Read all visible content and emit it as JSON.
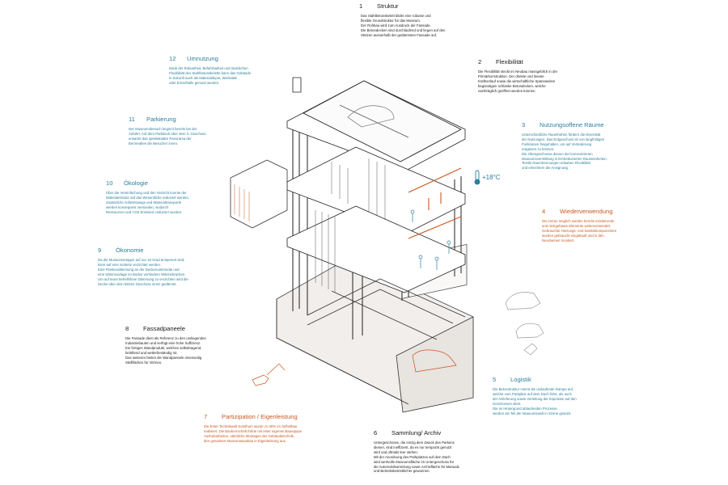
{
  "annotations": [
    {
      "id": "1",
      "number": "1",
      "title": "Struktur",
      "color": "#1a1a1a",
      "text": "Das Stahlbetonskelett bildet eine robuste und\nflexible Grundstruktur für das Museum.\nDer Rohbau wird zum Ausdruck der Fassade.\nDie Betondecken sind durchlaufend und liegen auf den\nStützen ausserhalb der gedämmten Fassade auf."
    },
    {
      "id": "2",
      "number": "2",
      "title": "Flexibilität",
      "color": "#1a1a1a",
      "text": "Die Flexibilität steckt im Neubau massgeblich in der\nPrimärkonstruktion. Der direkte und lineare\nKraftverlauf sowie die wirtschaftliche Spannweiten\nbegünstigen schlanke Betondecken, welche\nnachträglich geöffnet werden können."
    },
    {
      "id": "3",
      "number": "3",
      "title": "Nutzungsoffene Räume",
      "color": "#2d7f9a",
      "text": "Unterschiedliche Raumhöhen fördern die Diversität\nder Nutzungen. Das Erdgeschoss ist von langfristigen\nFunktionen freigehalten, um auf Veränderung\nreagieren zu können.\nDie Obergeschosse dienen der konzentrierten\nMuseumsvermittlung in lichtreduzierten Raumeinheiten.\nTextile Raumtrennungen erlauben Flexibilität\nund erleichtern die Aneignung."
    },
    {
      "id": "4",
      "number": "4",
      "title": "Wiederverwendung",
      "color": "#c8581f",
      "text": "Wo immer möglich wurden bereits existierende\nund rückgebaute Elemente weiterverwendet.\nGebrauchte Heizungs- und Sanitärkomponenten\nwurden gebraucht eingekauft und in den\nNeuräumen montiert."
    },
    {
      "id": "5",
      "number": "5",
      "title": "Logistik",
      "color": "#2d7f9a",
      "text": "Die Betonstruktur nimmt die umlaufende Rampe auf,\nwelche vom Parkplatz auf dem Dach führt, als auch\nder Anlieferung sowie Verteilung der Exponate auf den\nGeschossen dient.\nDie im Hintergrund ablaufenden Prozesse\nwerden als Teil der Museumswelt in Szene gesetzt."
    },
    {
      "id": "6",
      "number": "6",
      "title": "Sammlung/ Archiv",
      "color": "#1a1a1a",
      "text": "Untergeschosse, die einzig dem Zweck des Parkens\ndienen, sind ineffizient, da es nur temporär genutzt\nwird und oftmals leer stehen.\nMit der Anordnung des Parkplatzes auf dem Dach\nwird wertvolle Museumsfläche im Untergeschoss für\ndie Automobilsammlung sowie Archivfläche für Manuals\nund Betriebsbetrieblicher gewonnen."
    },
    {
      "id": "7",
      "number": "7",
      "title": "Partizipation / Eigenleistung",
      "color": "#c8581f",
      "text": "Die Enter Technikwelt Solothurn wurde zu 30% im Selbstbau\nrealisiert. Die Bauherrschaft führte mit einer eigenen Bauequipe\nAushubarbeiten, sämtliche Montagen der Gebäudetechnik,\nden gesamten Museumsausbau in Eigenleistung aus."
    },
    {
      "id": "8",
      "number": "8",
      "title": "Fassadpaneele",
      "color": "#1a1a1a",
      "text": "Die Fassade dient als Referenz zu den umliegenden\nIndustriebauten und verfügt eine hohe Suffizienz.\nEin fertiges Wandprodukt, welches selbsttragend,\nbelüftend und wetterbeständig ist.\nDas weiteren bieten die Wandpaneele innenseitig\nStellflächen für Vitrinen."
    },
    {
      "id": "9",
      "number": "9",
      "title": "Ökonomie",
      "color": "#2d7f9a",
      "text": "Da die Museumsetagen auf nur 18 Grad temperiert sind,\nkann auf eine Isolierte verzichtet werden.\nEine Flankendämmung an der Deckenunterseite und\neine Dämmvorlage im Boden verhindern Wärmebrücken.\nUm auf teure behelfsfreie Dämmung zu verzichten wird die\nDecke über dem letzten Geschoss innen gedämmt."
    },
    {
      "id": "10",
      "number": "10",
      "title": "Ökologie",
      "color": "#2d7f9a",
      "text": "Über die Vereinfachung und den Verzicht konnte der\nMaterialeinsatz auf das Wesentliche reduziert werden.\nZusätzliche Anfahrtswege und Materialtransporte\nwerden konsequent vermieden, wodurch\nRessourcen und CO2 Emission reduziert wurden."
    },
    {
      "id": "11",
      "number": "11",
      "title": "Parkierung",
      "color": "#2d7f9a",
      "text": "Der Museumsbesuch beginnt bereits bei der\nAnfahrt. Auf dem Parkdeck über dem 3. Geschoss\nerwartet das spektakuläre Panorama der\nBernerallee die Besucher innen."
    },
    {
      "id": "12",
      "number": "12",
      "title": "Umnutzung",
      "color": "#2d7f9a",
      "text": "Dank der Robustheit, Befahrbarkeit und räumlichen\nFlexibilität des Stahlbetonskeletts kann das Gebäude\nin Zukunft auch als Materialdepot, Werkstatt\noder Einzelhalle genutzt werden."
    }
  ],
  "thermometer_label": "+18°C",
  "colors": {
    "text": "#1a1a1a",
    "accent_teal": "#2d7f9a",
    "accent_orange": "#c8581f",
    "line": "#333333"
  }
}
